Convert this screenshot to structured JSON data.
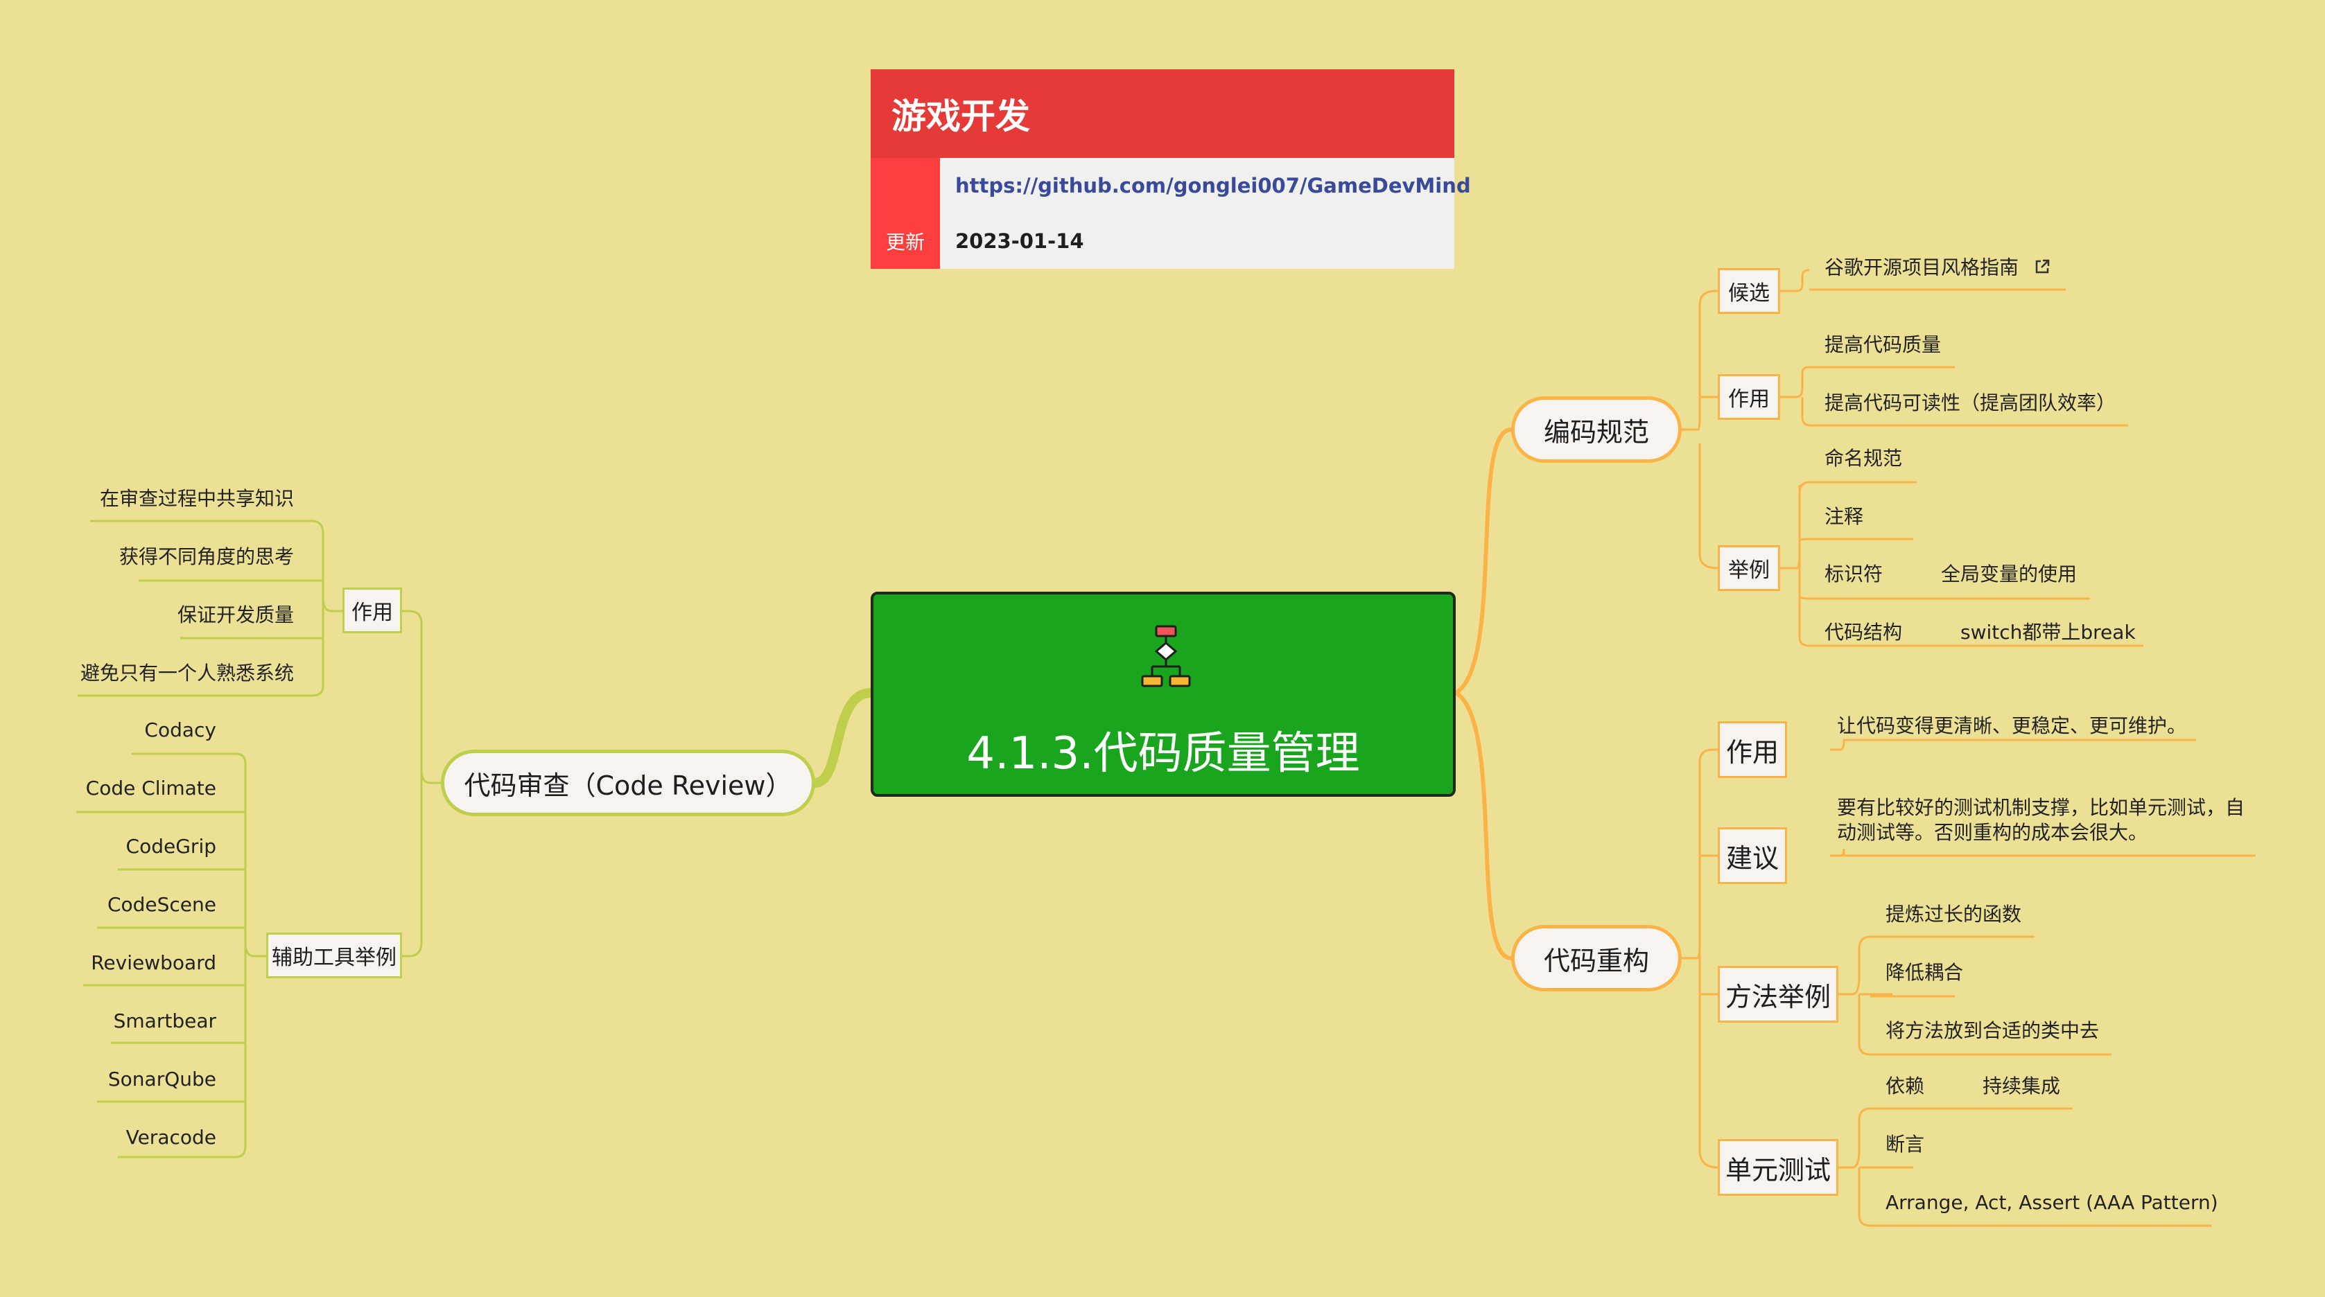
{
  "info_card": {
    "title": "游戏开发",
    "url": "https://github.com/gonglei007/GameDevMind",
    "update_label": "更新",
    "update_date": "2023-01-14"
  },
  "central_topic": {
    "title": "4.1.3.代码质量管理",
    "icon": "flowchart-icon"
  },
  "colors": {
    "background": "#ebe094",
    "central_fill": "#19a61e",
    "right_branch": "#fbb347",
    "left_branch": "#bfcf4b",
    "header_red": "#e53a38",
    "link_blue": "#3a4a9a"
  },
  "right": {
    "coding_standard": {
      "label": "编码规范",
      "candidate": {
        "label": "候选",
        "items": [
          "谷歌开源项目风格指南"
        ],
        "link_icon": "external-link-icon"
      },
      "purpose": {
        "label": "作用",
        "items": [
          "提高代码质量",
          "提高代码可读性（提高团队效率）"
        ]
      },
      "examples": {
        "label": "举例",
        "items": [
          "命名规范",
          "注释",
          "标识符",
          "代码结构"
        ],
        "sub": {
          "identifier": "全局变量的使用",
          "structure": "switch都带上break"
        }
      }
    },
    "refactoring": {
      "label": "代码重构",
      "purpose": {
        "label": "作用",
        "text": "让代码变得更清晰、更稳定、更可维护。"
      },
      "advice": {
        "label": "建议",
        "line1": "要有比较好的测试机制支撑，比如单元测试，自",
        "line2": "动测试等。否则重构的成本会很大。"
      },
      "methods": {
        "label": "方法举例",
        "items": [
          "提炼过长的函数",
          "降低耦合",
          "将方法放到合适的类中去"
        ]
      },
      "unit_test": {
        "label": "单元测试",
        "items": [
          "依赖",
          "断言",
          "Arrange, Act, Assert (AAA Pattern)"
        ],
        "sub": {
          "dependency": "持续集成"
        }
      }
    }
  },
  "left": {
    "code_review": {
      "label": "代码审查（Code Review）",
      "purpose": {
        "label": "作用",
        "items": [
          "在审查过程中共享知识",
          "获得不同角度的思考",
          "保证开发质量",
          "避免只有一个人熟悉系统"
        ]
      },
      "tools": {
        "label": "辅助工具举例",
        "items": [
          "Codacy",
          "Code Climate",
          "CodeGrip",
          "CodeScene",
          "Reviewboard",
          "Smartbear",
          "SonarQube",
          "Veracode"
        ]
      }
    }
  }
}
